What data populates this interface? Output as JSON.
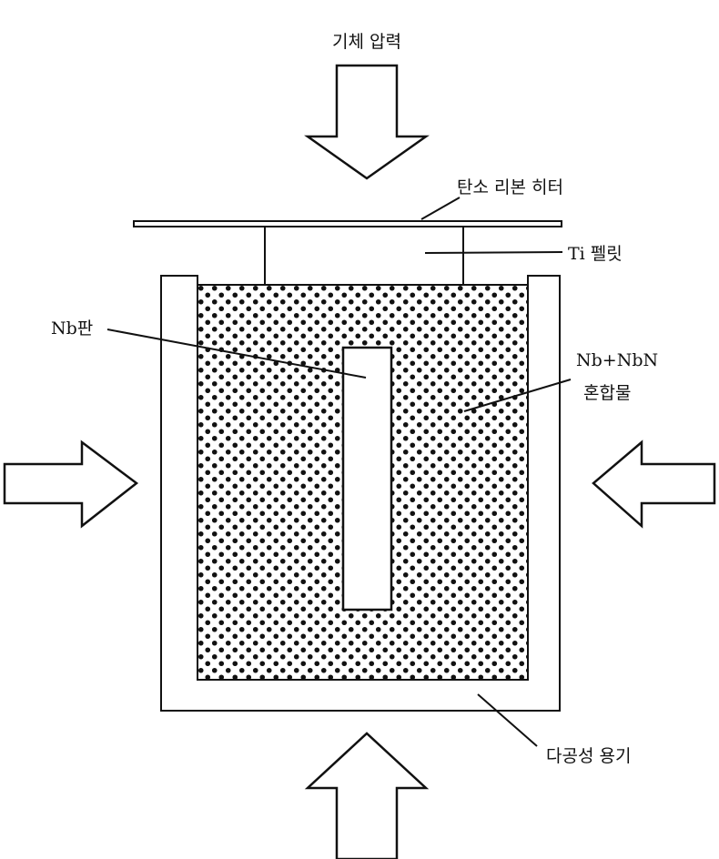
{
  "labels": {
    "gas_pressure": "기체 압력",
    "carbon_ribbon_heater": "탄소 리본 히터",
    "ti_pellet": "Ti 펠릿",
    "nb_plate": "Nb판",
    "nb_mixture_line1": "Nb+NbN",
    "nb_mixture_line2": "혼합물",
    "porous_container": "다공성 용기"
  },
  "colors": {
    "ink": "#111111",
    "background": "#ffffff"
  }
}
